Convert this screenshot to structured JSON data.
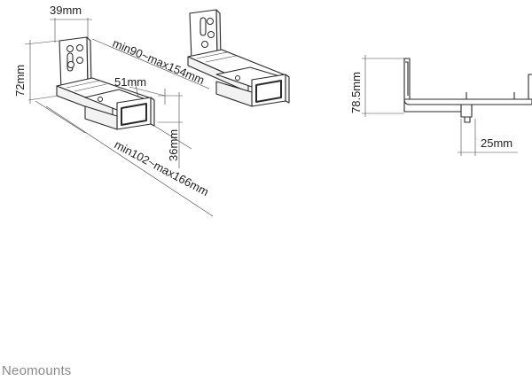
{
  "brand": "Neomounts",
  "dimensions": {
    "width_top": "39mm",
    "height_left": "72mm",
    "arm_range": "min90~max154mm",
    "clamp_width": "51mm",
    "clamp_height": "36mm",
    "overall_range": "min102~max166mm",
    "side_height": "78.5mm",
    "side_depth": "25mm"
  }
}
